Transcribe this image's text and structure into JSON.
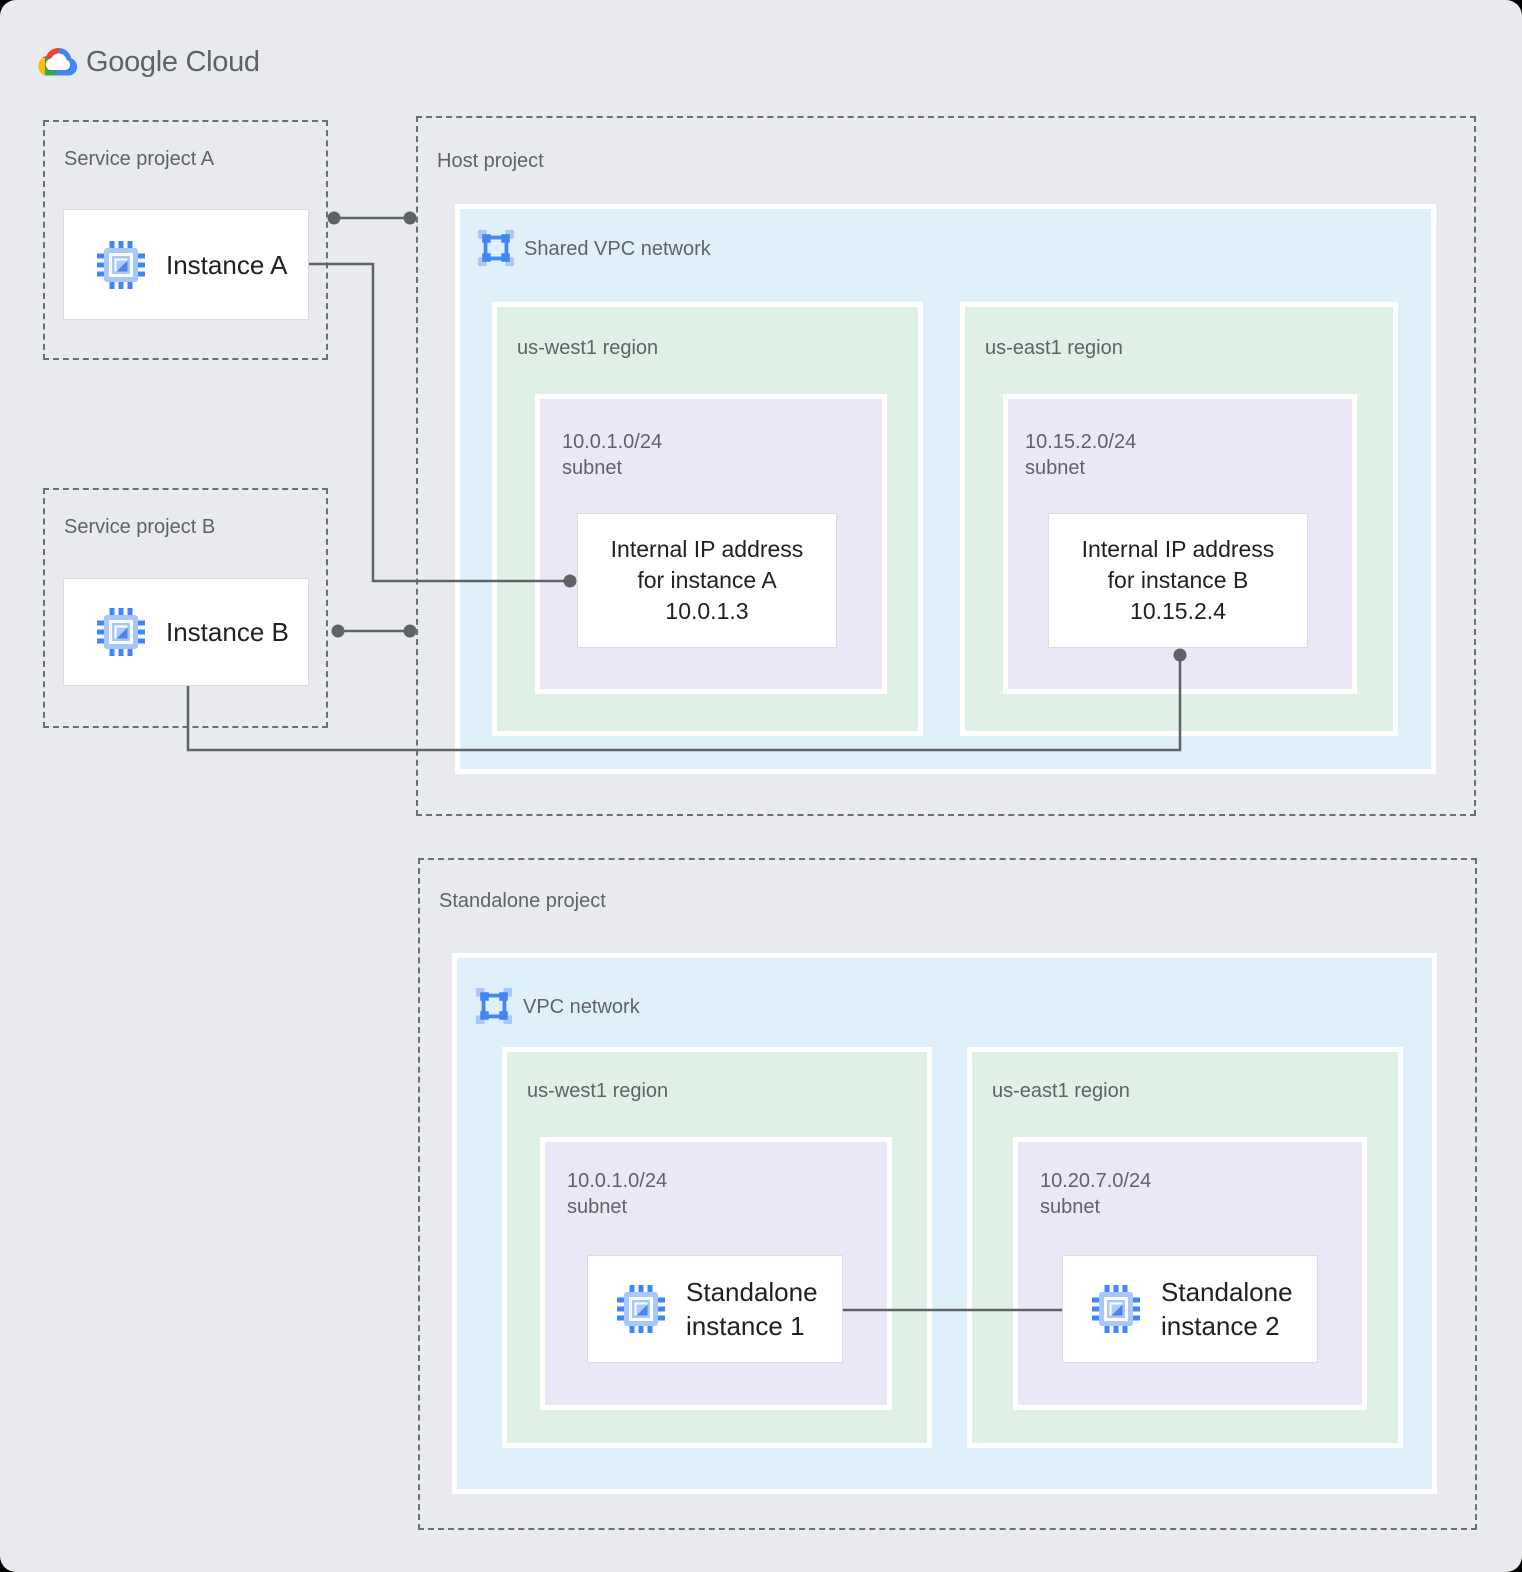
{
  "logo": {
    "brand": "Google",
    "product": "Cloud"
  },
  "projects": {
    "service_a": {
      "label": "Service project A",
      "instance_label": "Instance A"
    },
    "service_b": {
      "label": "Service project B",
      "instance_label": "Instance B"
    },
    "host": {
      "label": "Host project",
      "network_label": "Shared VPC network",
      "regions": [
        {
          "label": "us-west1 region",
          "cidr": "10.0.1.0/24",
          "subnet_word": "subnet",
          "card_lines": [
            "Internal IP address",
            "for instance A",
            "10.0.1.3"
          ]
        },
        {
          "label": "us-east1 region",
          "cidr": "10.15.2.0/24",
          "subnet_word": "subnet",
          "card_lines": [
            "Internal IP address",
            "for instance B",
            "10.15.2.4"
          ]
        }
      ]
    },
    "standalone": {
      "label": "Standalone project",
      "network_label": "VPC network",
      "regions": [
        {
          "label": "us-west1 region",
          "cidr": "10.0.1.0/24",
          "subnet_word": "subnet",
          "card_lines": [
            "Standalone",
            "instance 1"
          ]
        },
        {
          "label": "us-east1 region",
          "cidr": "10.20.7.0/24",
          "subnet_word": "subnet",
          "card_lines": [
            "Standalone",
            "instance 2"
          ]
        }
      ]
    }
  },
  "connections": [
    "service-project-a border to host-project border",
    "instance-a to internal-ip-address-for-instance-a",
    "service-project-b border to host-project border",
    "instance-b to internal-ip-address-for-instance-b",
    "standalone-instance-1 to standalone-instance-2"
  ],
  "icons": [
    "google-cloud-logo-icon",
    "compute-instance-icon",
    "vpc-network-icon"
  ],
  "colors": {
    "background": "#e8eaed",
    "vpc_fill": "#dff0fb",
    "region_fill": "#dff0e7",
    "subnet_fill": "#ece7f6",
    "card_background": "#ffffff",
    "card_border": "#dadce0",
    "dashed_border": "#6a6f74",
    "label_gray": "#5f6368",
    "text_dark": "#202124",
    "connector": "#5f6368",
    "icon_blue": "#4285f4",
    "icon_light_blue": "#a8c7fa",
    "logo_red": "#ea4335",
    "logo_yellow": "#fbbc04",
    "logo_green": "#34a853",
    "logo_blue": "#4285f4"
  }
}
